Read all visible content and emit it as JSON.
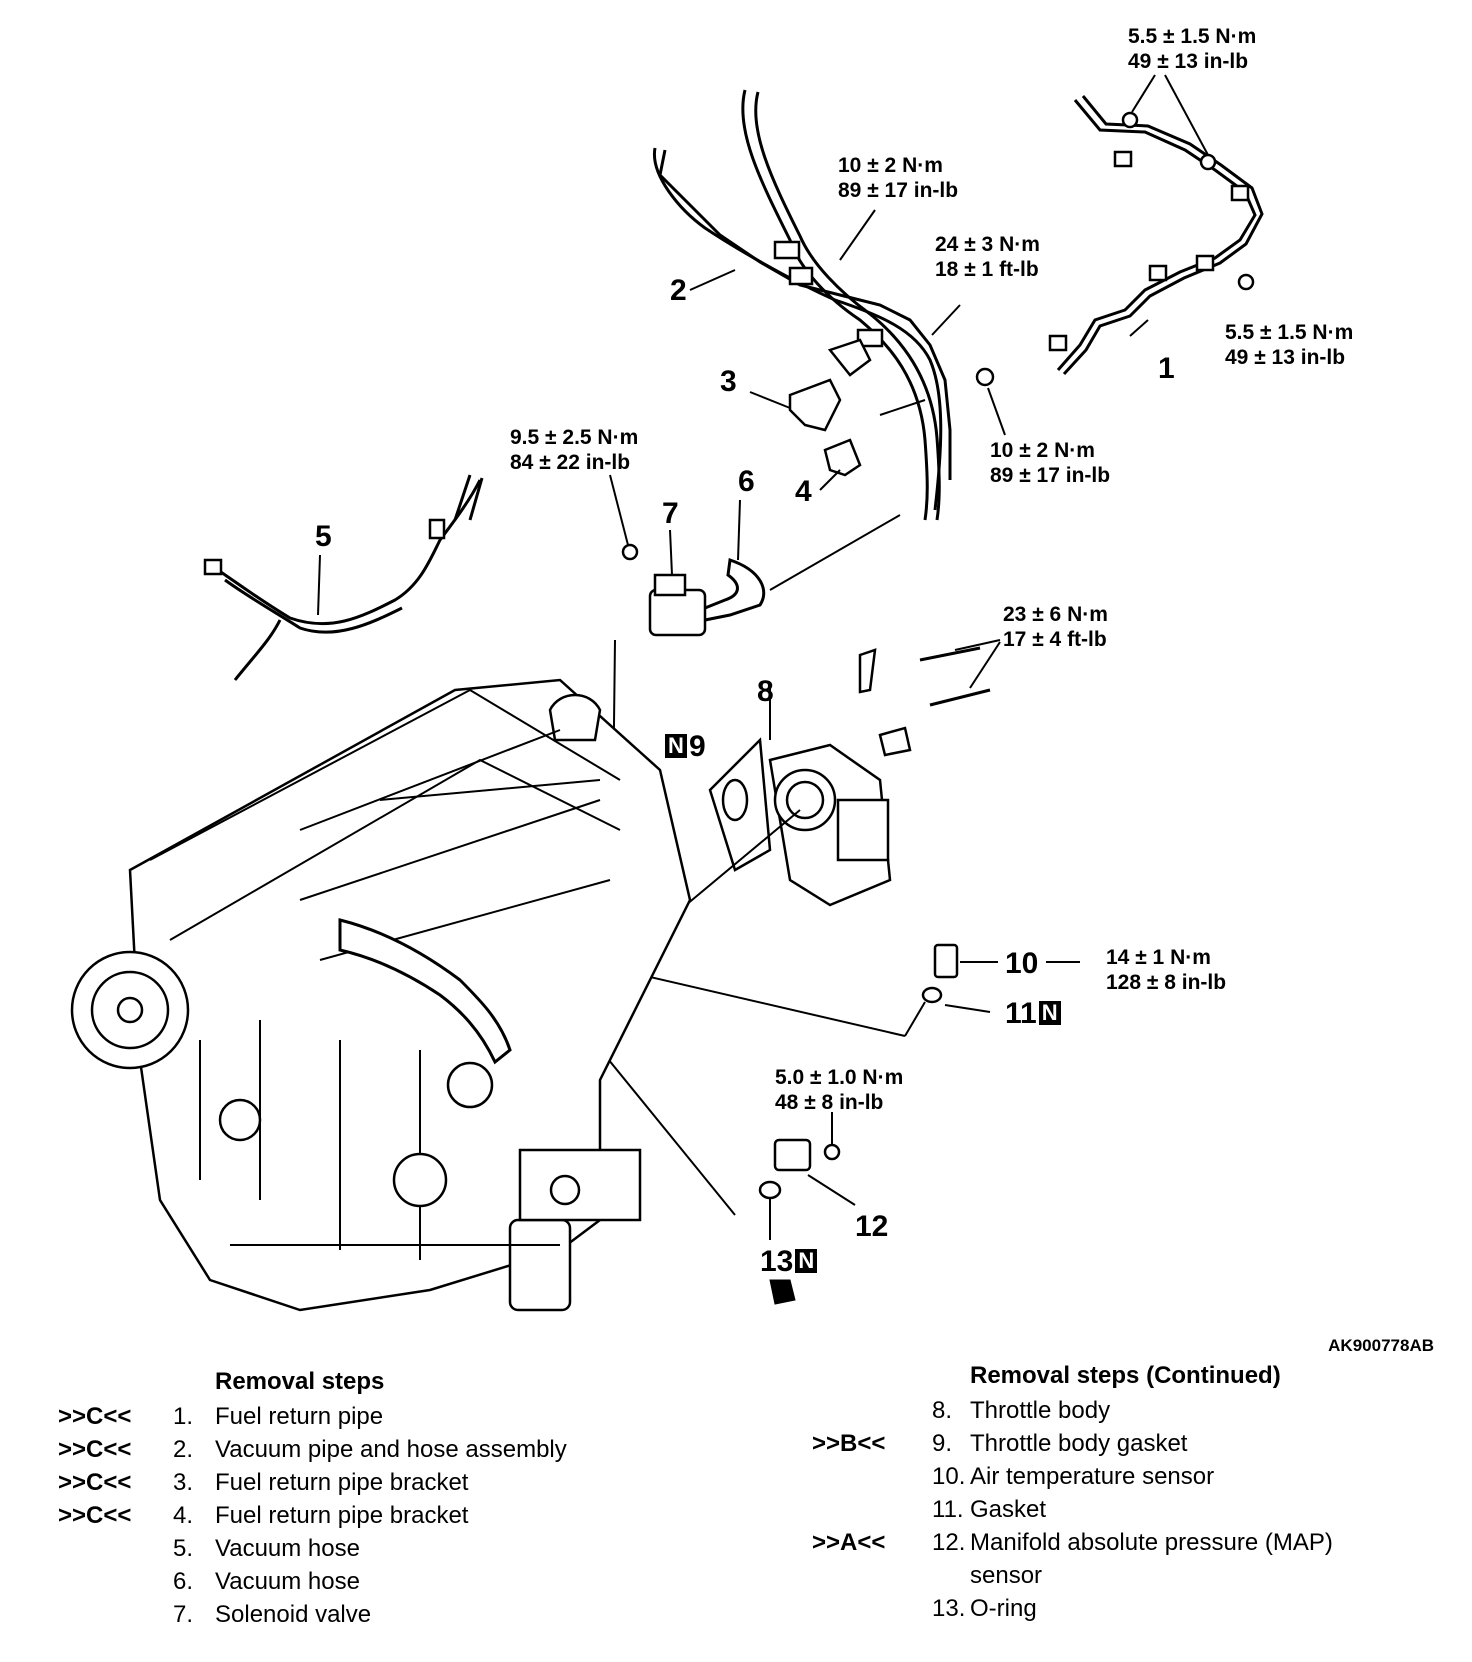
{
  "callouts": {
    "c1": "1",
    "c2": "2",
    "c3": "3",
    "c4": "4",
    "c5": "5",
    "c6": "6",
    "c7": "7",
    "c8": "8",
    "c9": "9",
    "c10": "10",
    "c11": "11",
    "c12": "12",
    "c13": "13",
    "n_mark": "N"
  },
  "torques": {
    "t_top_right": [
      "5.5 ± 1.5 N·m",
      "49 ± 13 in-lb"
    ],
    "t_pipe_mid": [
      "10 ± 2 N·m",
      "89 ± 17 in-lb"
    ],
    "t_bracket_bolt": [
      "24 ± 3 N·m",
      "18 ± 1 ft-lb"
    ],
    "t_right_nut": [
      "5.5 ± 1.5 N·m",
      "49 ± 13 in-lb"
    ],
    "t_lower_bolt": [
      "10 ± 2 N·m",
      "89 ± 17 in-lb"
    ],
    "t_solenoid": [
      "9.5 ± 2.5 N·m",
      "84 ± 22 in-lb"
    ],
    "t_throttle": [
      "23 ± 6 N·m",
      "17 ± 4 ft-lb"
    ],
    "t_air_temp": [
      "14 ± 1 N·m",
      "128 ± 8 in-lb"
    ],
    "t_map": [
      "5.0 ± 1.0 N·m",
      "48 ± 8 in-lb"
    ]
  },
  "figure_id": "AK900778AB",
  "removal_steps": {
    "title": "Removal steps",
    "items": [
      {
        "ref": ">>C<<",
        "num": "1.",
        "text": "Fuel return pipe"
      },
      {
        "ref": ">>C<<",
        "num": "2.",
        "text": "Vacuum pipe and hose assembly"
      },
      {
        "ref": ">>C<<",
        "num": "3.",
        "text": "Fuel return pipe bracket"
      },
      {
        "ref": ">>C<<",
        "num": "4.",
        "text": "Fuel return pipe bracket"
      },
      {
        "ref": "",
        "num": "5.",
        "text": "Vacuum hose"
      },
      {
        "ref": "",
        "num": "6.",
        "text": "Vacuum hose"
      },
      {
        "ref": "",
        "num": "7.",
        "text": "Solenoid valve"
      }
    ]
  },
  "removal_steps_continued": {
    "title": "Removal steps (Continued)",
    "items": [
      {
        "ref": "",
        "num": "8.",
        "text": "Throttle body"
      },
      {
        "ref": ">>B<<",
        "num": "9.",
        "text": "Throttle body gasket"
      },
      {
        "ref": "",
        "num": "10.",
        "text": "Air temperature sensor"
      },
      {
        "ref": "",
        "num": "11.",
        "text": "Gasket"
      },
      {
        "ref": ">>A<<",
        "num": "12.",
        "text": "Manifold absolute pressure (MAP)"
      },
      {
        "ref": "",
        "num": "",
        "text": "sensor"
      },
      {
        "ref": "",
        "num": "13.",
        "text": "O-ring"
      }
    ]
  }
}
